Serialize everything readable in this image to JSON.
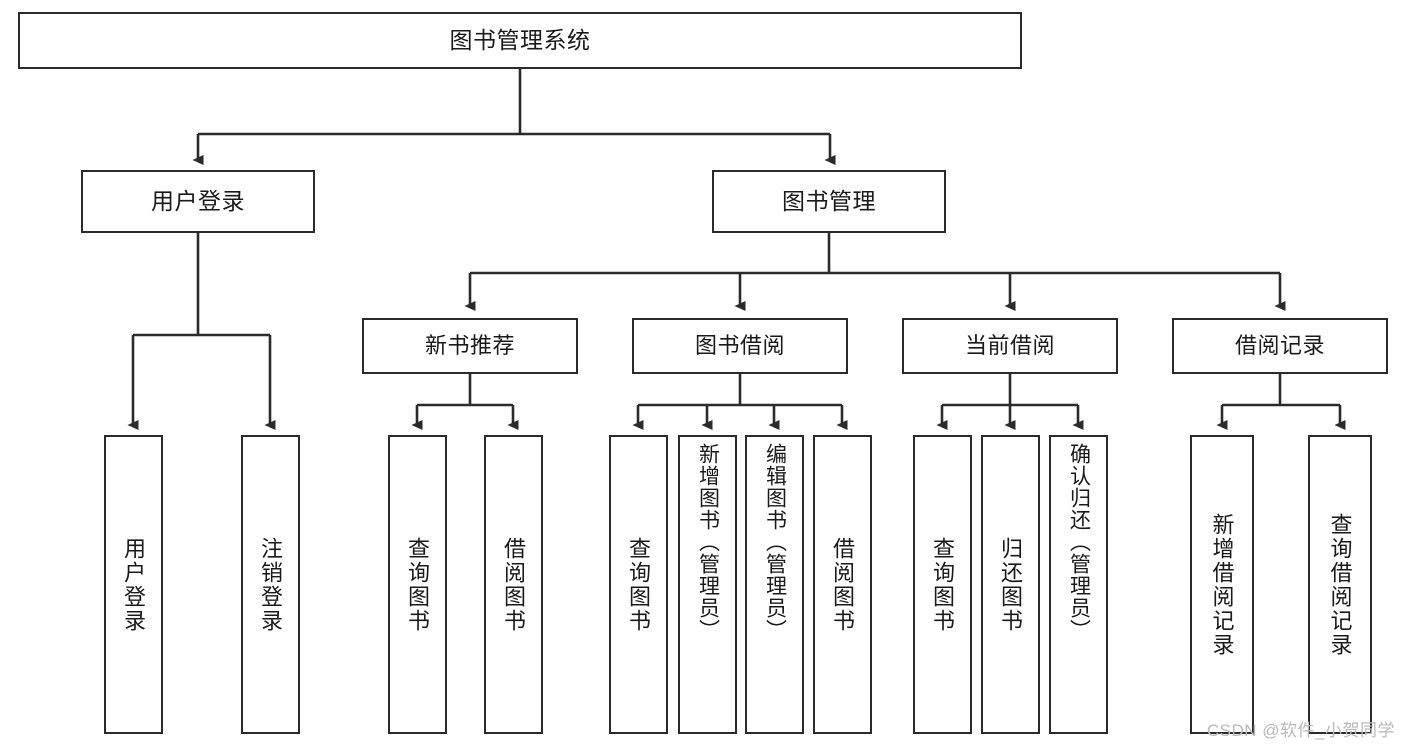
{
  "diagram": {
    "type": "tree",
    "title": "图书管理系统",
    "watermark": "CSDN @软件_小贺同学",
    "colors": {
      "stroke": "#2b2b2b",
      "fill": "#ffffff",
      "text": "#1a1a1a",
      "watermark": "#b9b9b9"
    },
    "nodes": {
      "root": {
        "label": "图书管理系统"
      },
      "level2": [
        {
          "id": "user-login",
          "label": "用户登录"
        },
        {
          "id": "book-manage",
          "label": "图书管理"
        }
      ],
      "level3": [
        {
          "id": "new-book-recommend",
          "label": "新书推荐"
        },
        {
          "id": "book-borrow",
          "label": "图书借阅"
        },
        {
          "id": "current-borrow",
          "label": "当前借阅"
        },
        {
          "id": "borrow-record",
          "label": "借阅记录"
        }
      ],
      "leaves": {
        "user-login": [
          {
            "id": "leaf-user-login",
            "label": "用户登录"
          },
          {
            "id": "leaf-logout",
            "label": "注销登录"
          }
        ],
        "new-book-recommend": [
          {
            "id": "leaf-query-book-1",
            "label": "查询图书"
          },
          {
            "id": "leaf-borrow-book-1",
            "label": "借阅图书"
          }
        ],
        "book-borrow": [
          {
            "id": "leaf-query-book-2",
            "label": "查询图书"
          },
          {
            "id": "leaf-add-book",
            "label": "新增图书（管理员）"
          },
          {
            "id": "leaf-edit-book",
            "label": "编辑图书（管理员）"
          },
          {
            "id": "leaf-borrow-book-2",
            "label": "借阅图书"
          }
        ],
        "current-borrow": [
          {
            "id": "leaf-query-book-3",
            "label": "查询图书"
          },
          {
            "id": "leaf-return-book",
            "label": "归还图书"
          },
          {
            "id": "leaf-confirm-return",
            "label": "确认归还（管理员）"
          }
        ],
        "borrow-record": [
          {
            "id": "leaf-add-record",
            "label": "新增借阅记录"
          },
          {
            "id": "leaf-query-record",
            "label": "查询借阅记录"
          }
        ]
      }
    }
  }
}
